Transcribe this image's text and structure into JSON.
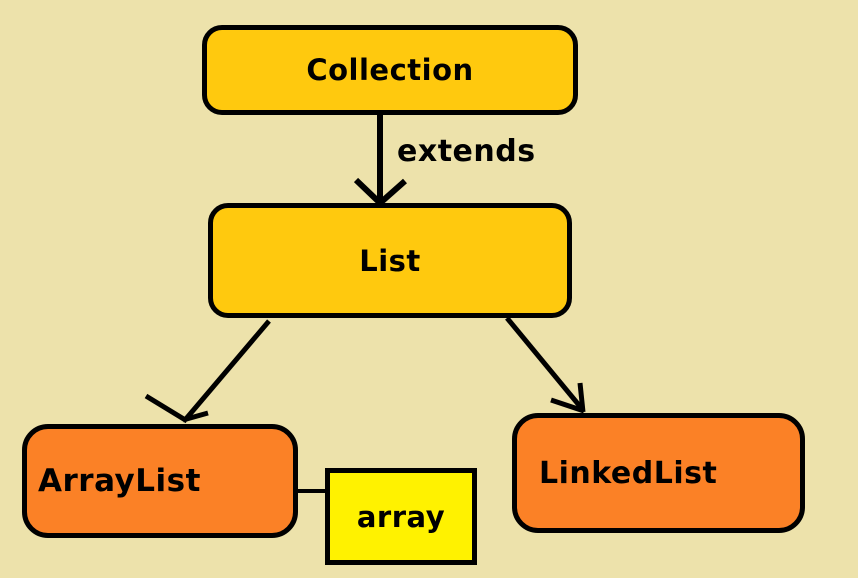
{
  "diagram": {
    "background_color": "#EDE2AB",
    "line_color": "#000000",
    "nodes": [
      {
        "id": "collection",
        "label": "Collection",
        "fill": "#FFC90E",
        "shape": "rounded-rect"
      },
      {
        "id": "list",
        "label": "List",
        "fill": "#FFC90E",
        "shape": "rounded-rect"
      },
      {
        "id": "arraylist",
        "label": "ArrayList",
        "fill": "#FB8126",
        "shape": "rounded-rect"
      },
      {
        "id": "linkedlist",
        "label": "LinkedList",
        "fill": "#FB8126",
        "shape": "rounded-rect"
      },
      {
        "id": "array",
        "label": "array",
        "fill": "#FFF200",
        "shape": "rect"
      }
    ],
    "edges": [
      {
        "from": "collection",
        "to": "list",
        "label": "extends",
        "type": "arrow"
      },
      {
        "from": "list",
        "to": "arraylist",
        "label": "",
        "type": "arrow"
      },
      {
        "from": "list",
        "to": "linkedlist",
        "label": "",
        "type": "arrow"
      },
      {
        "from": "arraylist",
        "to": "array",
        "label": "",
        "type": "line"
      }
    ]
  }
}
